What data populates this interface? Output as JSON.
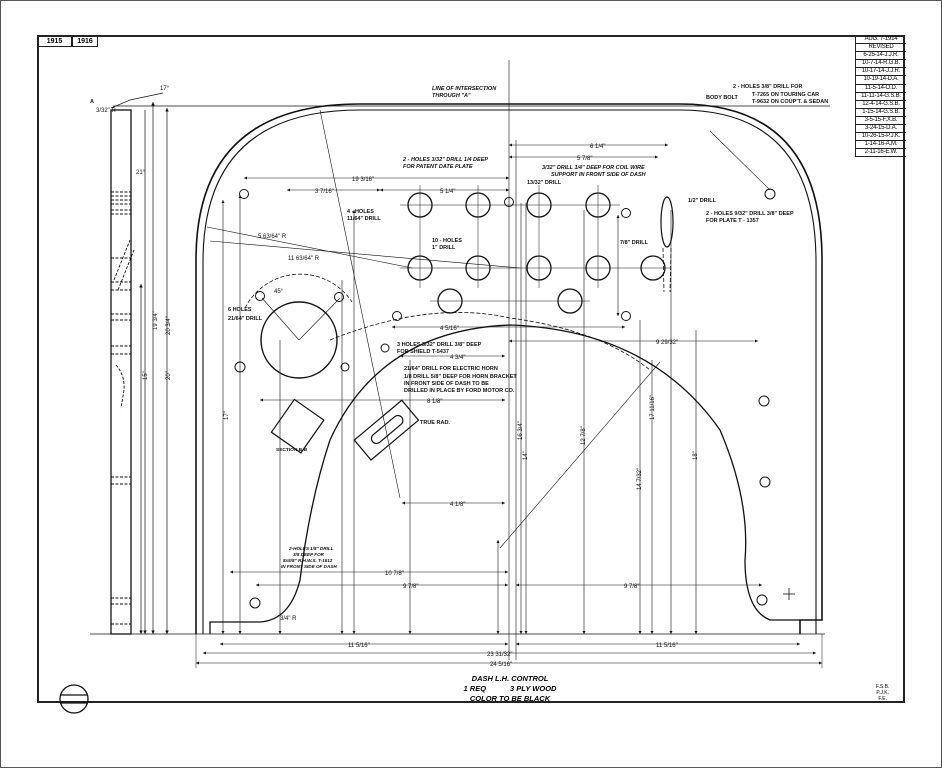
{
  "drawing": {
    "years": [
      "1915",
      "1916"
    ],
    "revision_block": {
      "date": "AUG. 7-1914",
      "header": "REVISED",
      "entries": [
        "6-25-14-J.J.R.",
        "10-7-14-R.G.B.",
        "10-17-14-J.J.R.",
        "10-19-14-D.A.",
        "11-5-14-O.D.",
        "11-11-14-G.S.B.",
        "12-4-14-G.S.B.",
        "1-15-14-G.S.B.",
        "3-5-15-F.X.B.",
        "3-24-15-D.A.",
        "10-26-15-P.J.K.",
        "1-14-16-A.M.",
        "2-11-16-E.W."
      ]
    },
    "title_block": {
      "part_name": "DASH L.H. CONTROL",
      "quantity": "1 REQ",
      "material": "3 PLY WOOD",
      "finish": "COLOR TO BE BLACK"
    },
    "initials": [
      "F.S.B.",
      "P.J.K.",
      "F.E."
    ],
    "notes": {
      "intersection": [
        "LINE OF INTERSECTION",
        "THROUGH \"A\""
      ],
      "body_bolt": [
        "2 - HOLES 3/8\" DRILL FOR",
        "BODY BOLT",
        "T-7265 ON TOURING CAR",
        "T-9632 ON COUP'T. & SEDAN"
      ],
      "patent_plate": [
        "2 - HOLES 3/32\" DRILL 1/4 DEEP",
        "FOR PATENT DATE PLATE"
      ],
      "coil_wire": [
        "3/32\" DRILL 1/4\" DEEP FOR COIL WIRE",
        "SUPPORT IN FRONT SIDE OF DASH"
      ],
      "four_holes": [
        "4 - HOLES",
        "11/64\" DRILL"
      ],
      "ten_holes": [
        "10 - HOLES",
        "1\" DRILL"
      ],
      "plate_holes": [
        "2 - HOLES 9/32\" DRILL 3/8\" DEEP",
        "FOR PLATE T - 1357"
      ],
      "six_holes": [
        "6 HOLES",
        "21/64\" DRILL"
      ],
      "shield": [
        "3 HOLES 3/32\" DRILL 3/8\" DEEP",
        "FOR SHIELD T-5437"
      ],
      "horn": "21/64\" DRILL FOR ELECTRIC HORN",
      "horn_bracket": [
        "1/8 DRILL 5/8\" DEEP FOR HORN BRACKET",
        "IN FRONT SIDE OF DASH TO BE",
        "DRILLED IN PLACE BY FORD MOTOR CO."
      ],
      "rivets": [
        "2-HOLES 1/8\" DRILL",
        "3/8 DEEP FOR",
        "8x5/8\" R.H.W.S. T-1612",
        "IN FRONT SIDE OF DASH"
      ],
      "true_rad": "TRUE RAD.",
      "section": "SECTION B-B",
      "point_a": "A",
      "drill_13_32": "13/32\" DRILL",
      "drill_half": "1/2\" DRILL",
      "drill_7_8": "7/8\" DRILL"
    },
    "dimensions": {
      "overall_width": "24 5/16\"",
      "width_2": "23 31/32\"",
      "half_left": "11 5/16\"",
      "half_right": "11 5/16\"",
      "d_10_7_8": "10 7/8\"",
      "d_9_7_8_l": "9 7/8\"",
      "d_9_7_8_r": "9 7/8\"",
      "d_19_3_16": "19 3/16\"",
      "d_3_7_16": "3 7/16\"",
      "d_5_1_4": "5 1/4\"",
      "d_6_1_4": "6 1/4\"",
      "d_5_7_8": "5 7/8\"",
      "d_9_29_32": "9 29/32\"",
      "d_4_5_16": "4 5/16\"",
      "d_4_3_4": "4 3/4\"",
      "d_8_1_8": "8 1/8\"",
      "d_4_1_8": "4 1/8\"",
      "r_5_63_64": "5 63/64\" R",
      "r_11_63_64": "11 63/64\" R",
      "r_3_4": "3/4\" R",
      "r_3_32": "3/32\" R",
      "d_17": "17\"",
      "d_18": "18\"",
      "d_14": "14\"",
      "d_20": "20\"",
      "d_20_3_4": "20 3/4\"",
      "d_19_3_4": "19 3/4\"",
      "d_16_3_4": "16 3/4\"",
      "d_15": "15\"",
      "d_17_11_16": "17 11/16\"",
      "d_14_7_32": "14 7/32\"",
      "d_12_7_8": "12 7/8\"",
      "angle_17": "17°",
      "angle_45": "45°",
      "angle_21": "21°"
    }
  }
}
